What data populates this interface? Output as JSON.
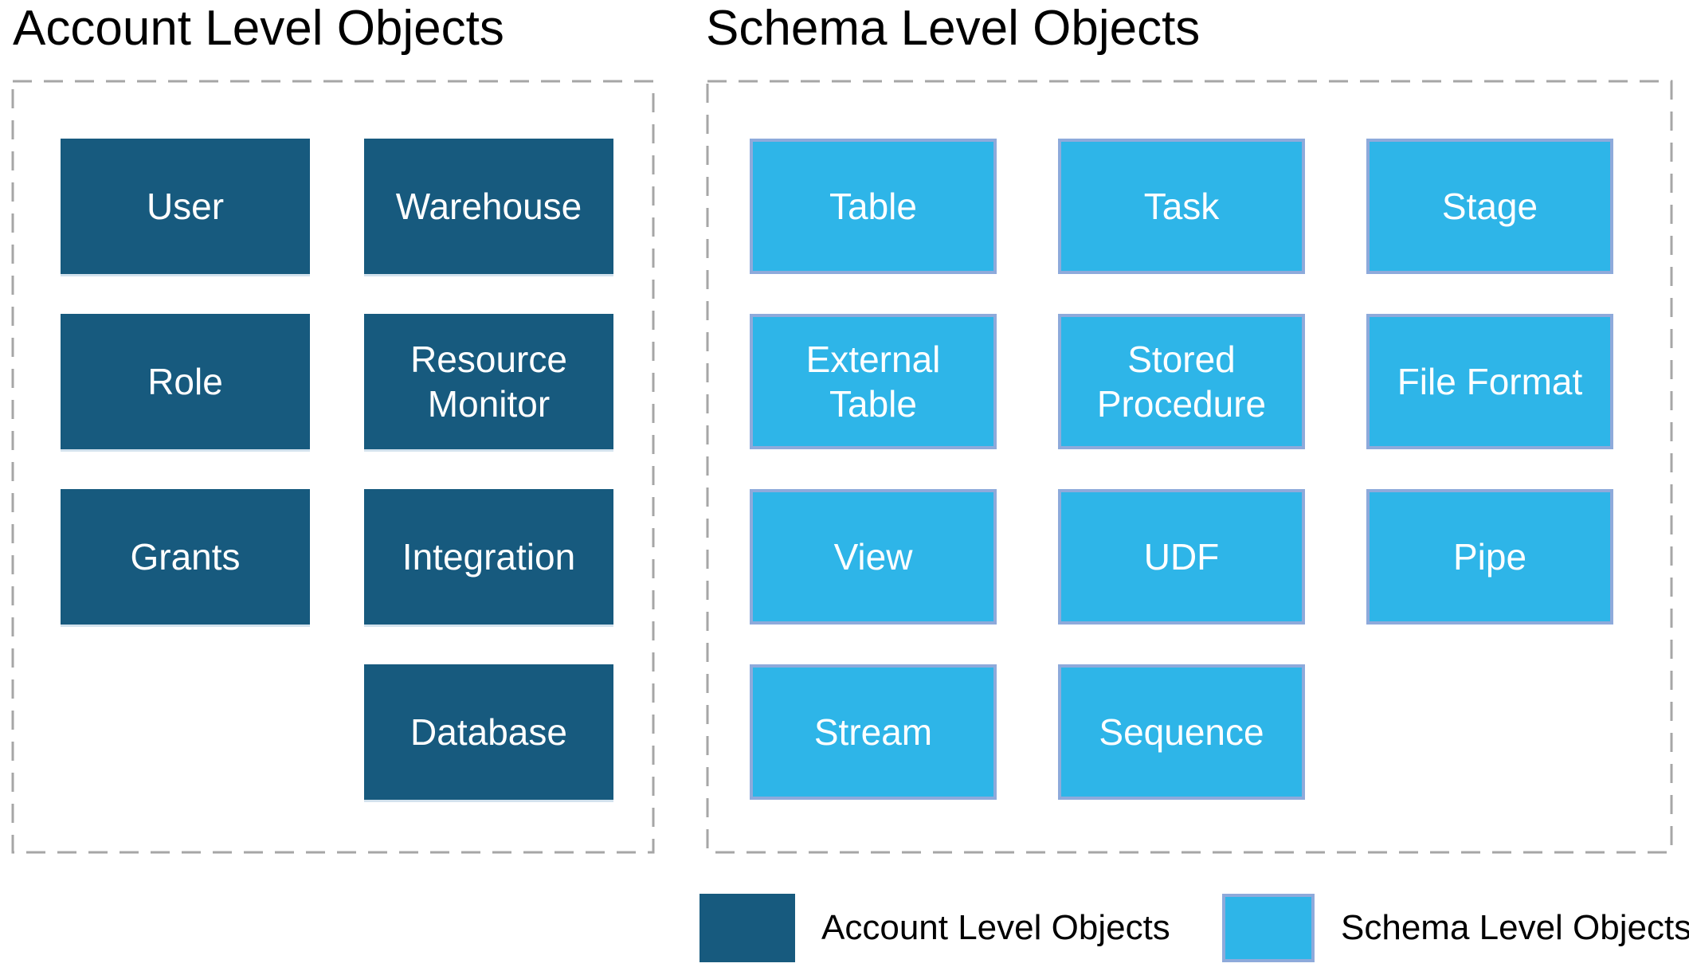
{
  "colors": {
    "account_fill": "#175A7E",
    "schema_fill": "#2EB5E8",
    "schema_border": "#8EAADB",
    "dashed_border": "#A6A6A6",
    "title_text": "#000000",
    "box_text": "#FFFFFF"
  },
  "panels": {
    "account": {
      "title": "Account Level Objects",
      "items": [
        {
          "label": "User"
        },
        {
          "label": "Warehouse"
        },
        {
          "label": "Role"
        },
        {
          "label": "Resource Monitor"
        },
        {
          "label": "Grants"
        },
        {
          "label": "Integration"
        },
        {
          "label": "Database"
        }
      ]
    },
    "schema": {
      "title": "Schema Level Objects",
      "items": [
        {
          "label": "Table"
        },
        {
          "label": "Task"
        },
        {
          "label": "Stage"
        },
        {
          "label": "External Table"
        },
        {
          "label": "Stored Procedure"
        },
        {
          "label": "File Format"
        },
        {
          "label": "View"
        },
        {
          "label": "UDF"
        },
        {
          "label": "Pipe"
        },
        {
          "label": "Stream"
        },
        {
          "label": "Sequence"
        }
      ]
    }
  },
  "legend": {
    "account_label": "Account Level Objects",
    "schema_label": "Schema Level Objects"
  }
}
